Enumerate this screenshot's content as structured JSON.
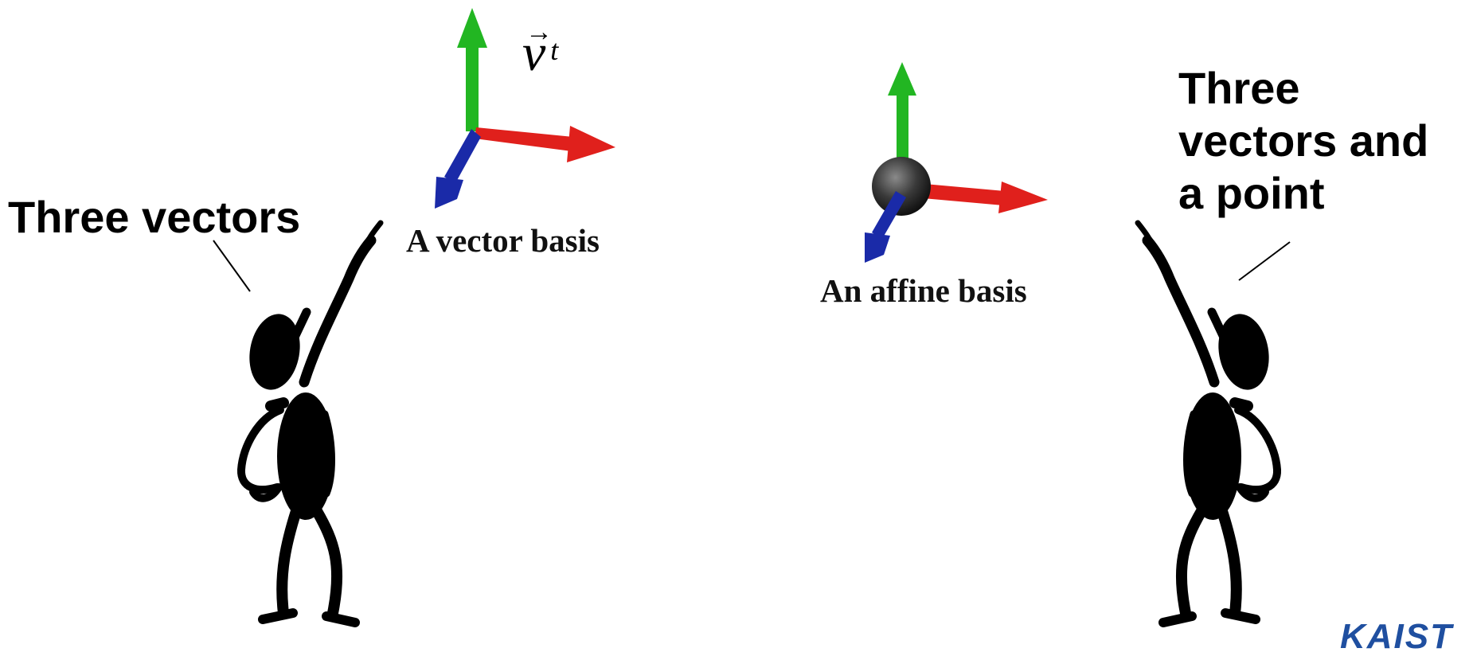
{
  "callouts": {
    "left": "Three vectors",
    "right_lines": [
      "Three",
      "vectors and",
      "a point"
    ]
  },
  "captions": {
    "vector_basis": "A vector basis",
    "affine_basis": "An affine basis"
  },
  "math_label": {
    "symbol": "v",
    "superscript": "t",
    "overarrow": "→"
  },
  "logo": {
    "text": "KAIST"
  },
  "colors": {
    "x_axis": "#e0201c",
    "y_axis": "#22b622",
    "z_axis": "#1a2aa8",
    "origin_point": "#3a3a3a",
    "figure": "#000000",
    "logo": "#1f4fa0"
  },
  "icons": {
    "vector_basis": "three-arrow-axes",
    "affine_basis": "three-arrow-axes-with-origin-sphere",
    "left_figure": "pointing-stick-figure",
    "right_figure": "pointing-stick-figure"
  }
}
